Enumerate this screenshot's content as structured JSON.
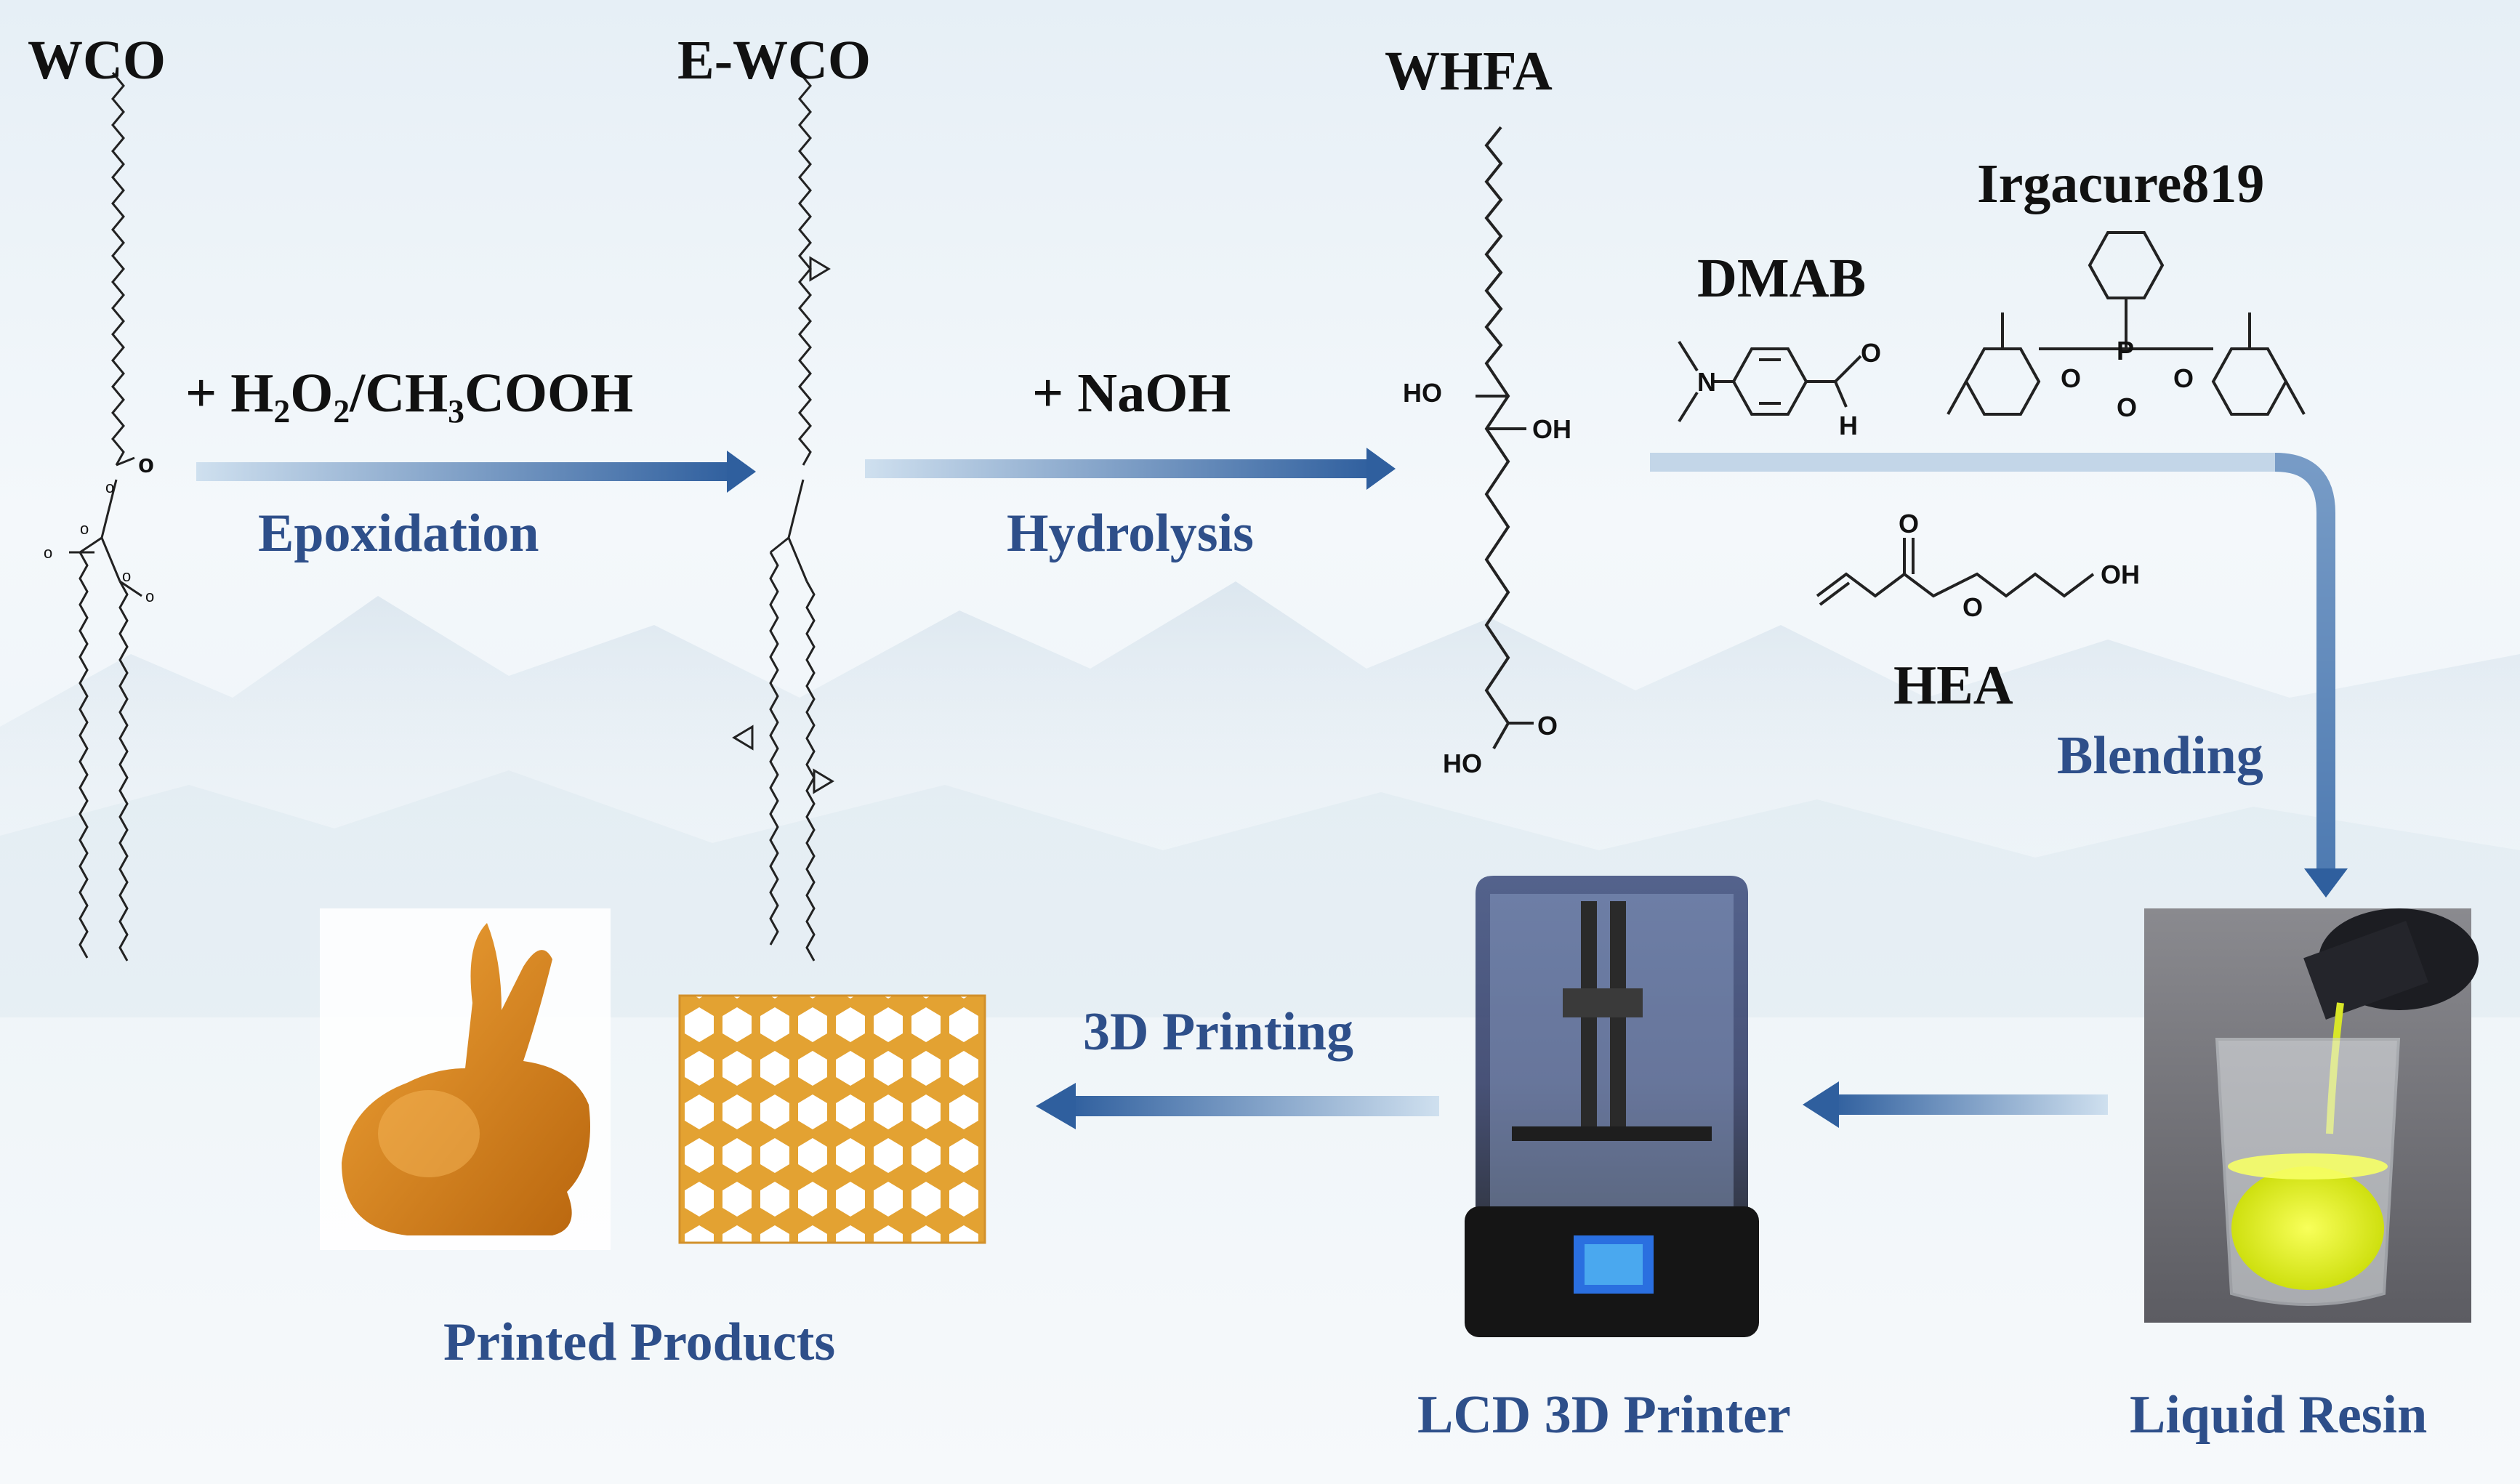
{
  "compounds": {
    "wco": "WCO",
    "ewco": "E-WCO",
    "whfa": "WHFA",
    "dmab": "DMAB",
    "irgacure": "Irgacure819",
    "hea": "HEA"
  },
  "reagents": {
    "epoxidation_reagent": "+ H₂O₂/CH₃COOH",
    "hydrolysis_reagent": "+ NaOH"
  },
  "steps": {
    "epoxidation": "Epoxidation",
    "hydrolysis": "Hydrolysis",
    "blending": "Blending",
    "printing": "3D Printing"
  },
  "products": {
    "printed_products": "Printed Products",
    "lcd_printer": "LCD 3D Printer",
    "liquid_resin": "Liquid Resin"
  },
  "atom_labels": {
    "ho": "HO",
    "oh": "OH",
    "o": "O",
    "h": "H",
    "p": "P",
    "n": "N"
  },
  "colors": {
    "process_blue": "#2e4f8a",
    "arrow_blue": "#3a6aa8",
    "resin_yellow": "#e6f21a",
    "printed_amber": "#d98a1c",
    "background": "#eaf2f8"
  }
}
